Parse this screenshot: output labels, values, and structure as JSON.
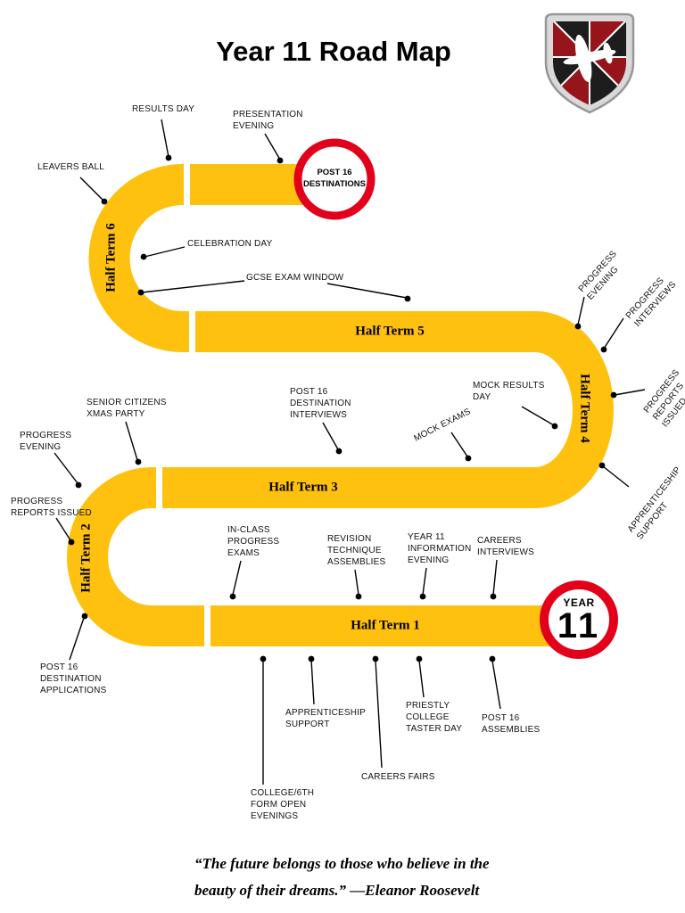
{
  "title": "Year 11 Road Map",
  "quote": "“The future belongs to those who believe in the\nbeauty of their dreams.” —Eleanor Roosevelt",
  "road": {
    "ht1": "Half Term 1",
    "ht2": "Half Term 2",
    "ht3": "Half Term 3",
    "ht4": "Half Term 4",
    "ht5": "Half Term 5",
    "ht6": "Half Term 6"
  },
  "signs": {
    "start_word": "YEAR",
    "start_number": "11",
    "end": "POST 16\nDESTINATIONS"
  },
  "milestones": {
    "results_day": {
      "label": "RESULTS DAY"
    },
    "presentation_evening": {
      "label": "PRESENTATION\nEVENING"
    },
    "leavers_ball": {
      "label": "LEAVERS BALL"
    },
    "celebration_day": {
      "label": "CELEBRATION DAY"
    },
    "gcse_exam_window": {
      "label": "GCSE EXAM WINDOW"
    },
    "progress_evening_ht4": {
      "label": "PROGRESS\nEVENING"
    },
    "progress_interviews": {
      "label": "PROGRESS\nINTERVIEWS"
    },
    "progress_reports_issued_ht4": {
      "label": "PROGRESS\nREPORTS ISSUED"
    },
    "apprenticeship_support_ht4": {
      "label": "APPRENTICESHIP\nSUPPORT"
    },
    "mock_results_day": {
      "label": "MOCK RESULTS\nDAY"
    },
    "mock_exams": {
      "label": "MOCK EXAMS"
    },
    "post16_destination_interviews": {
      "label": "POST 16\nDESTINATION\nINTERVIEWS"
    },
    "senior_citizens_xmas_party": {
      "label": "SENIOR CITIZENS\nXMAS PARTY"
    },
    "progress_evening_ht2": {
      "label": "PROGRESS\nEVENING"
    },
    "progress_reports_issued_ht2": {
      "label": "PROGRESS\nREPORTS ISSUED"
    },
    "post16_destination_applications": {
      "label": "POST 16\nDESTINATION\nAPPLICATIONS"
    },
    "in_class_progress_exams": {
      "label": "IN-CLASS\nPROGRESS\nEXAMS"
    },
    "revision_technique_assemblies": {
      "label": "REVISION\nTECHNIQUE\nASSEMBLIES"
    },
    "year11_information_evening": {
      "label": "YEAR 11\nINFORMATION\nEVENING"
    },
    "careers_interviews": {
      "label": "CAREERS\nINTERVIEWS"
    },
    "apprenticeship_support_ht1": {
      "label": "APPRENTICESHIP\nSUPPORT"
    },
    "college_open_evenings": {
      "label": "COLLEGE/6TH\nFORM OPEN\nEVENINGS"
    },
    "careers_fairs": {
      "label": "CAREERS FAIRS"
    },
    "priestly_college_taster_day": {
      "label": "PRIESTLY\nCOLLEGE\nTASTER DAY"
    },
    "post16_assemblies": {
      "label": "POST 16\nASSEMBLIES"
    }
  },
  "icons": {
    "school_crest": "shield-with-propeller-aircraft-emblem"
  },
  "colors": {
    "road": "#FFC110",
    "sign_ring": "#E2001A",
    "leader_line": "#000000",
    "crest_red": "#96151B",
    "crest_dark": "#1D1D1D"
  }
}
